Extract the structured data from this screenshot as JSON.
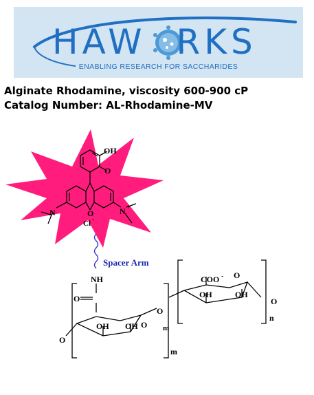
{
  "header": {
    "brand": "HAWORKS",
    "brand_left": "HAW",
    "brand_right": "RKS",
    "tagline": "ENABLING RESEARCH FOR SACCHARIDES",
    "brand_color": "#1f6fc2",
    "banner_color": "#d3e4f3"
  },
  "product": {
    "title": "Alginate Rhodamine, viscosity 600-900 cP",
    "catalog": "Catalog Number: AL-Rhodamine-MV"
  },
  "structure": {
    "star_color": "#ff1c7c",
    "label_oh_top": "OH",
    "label_o_carbonyl": "O",
    "label_o_ring": "O",
    "label_n_left": "N",
    "label_n_right": "N",
    "label_plus": "+",
    "label_cl": "Cl",
    "label_cl_charge": "-",
    "spacer_label": "Spacer Arm",
    "label_nh": "NH",
    "label_o_amide": "O",
    "label_oh_1": "OH",
    "label_oh_2": "OH",
    "label_o_ring_left": "O",
    "label_o_link": "O",
    "label_o_left_end": "O",
    "label_m_top": "m",
    "label_m": "m",
    "label_coo": "COO",
    "label_coo_charge": "-",
    "label_o_ring_right": "O",
    "label_oh_3": "OH",
    "label_oh_4": "OH",
    "label_o_right_end": "O",
    "label_n": "n"
  }
}
